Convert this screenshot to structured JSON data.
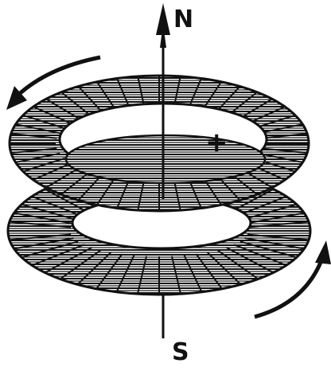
{
  "labels": {
    "north": "N",
    "south": "S",
    "charge": "+"
  },
  "colors": {
    "ink": "#111111",
    "paper": "#ffffff"
  },
  "icons": {
    "top_arrow": "curved-arrow-left",
    "bottom_arrow": "curved-arrow-right",
    "axis_arrow": "arrow-up"
  }
}
